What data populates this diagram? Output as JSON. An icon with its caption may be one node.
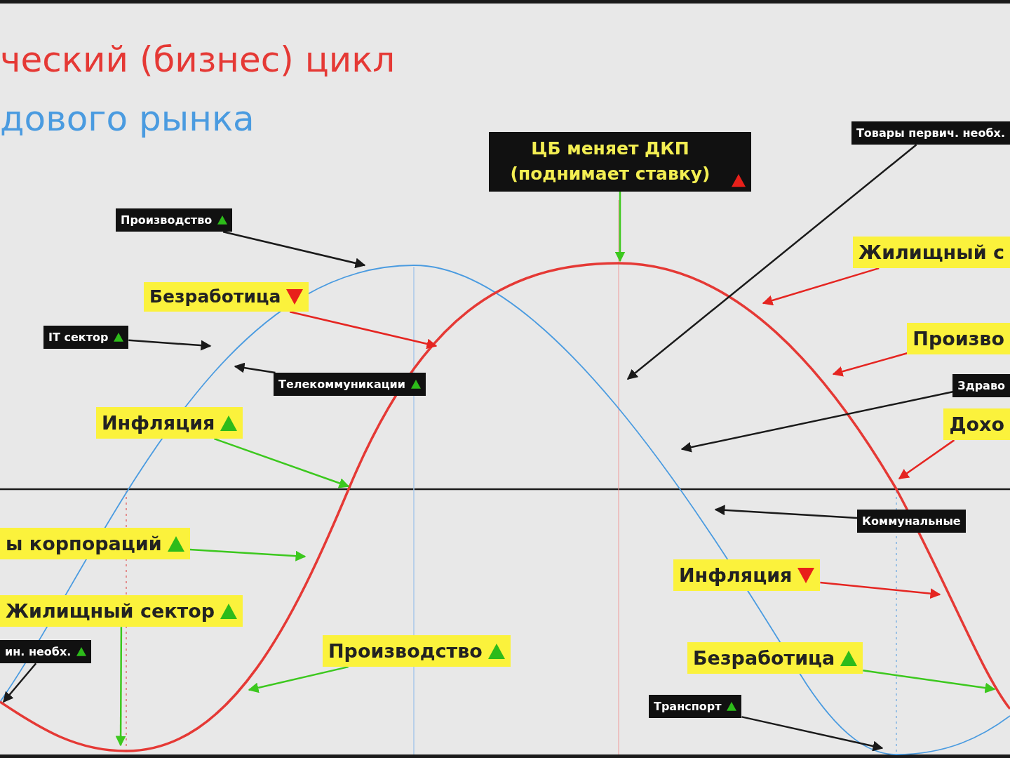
{
  "diagram": {
    "nodes": [
      {
        "text": [
          "Производство"
        ]
      },
      {
        "text": [
          "Безработица"
        ]
      },
      {
        "text": [
          "IT сектор"
        ]
      },
      {
        "text": [
          "Телекоммуникации"
        ]
      },
      {
        "text": [
          "Инфляция"
        ]
      },
      {
        "text": [
          "ЦБ меняет ДКП (поднимает ставку)"
        ]
      },
      {
        "text": [
          "Товары первич. необх."
        ]
      },
      {
        "text": [
          "Жилищный с"
        ]
      },
      {
        "text": [
          "Произво"
        ]
      },
      {
        "text": [
          "Здраво"
        ]
      },
      {
        "text": [
          "Дохо"
        ]
      },
      {
        "text": [
          "Коммунальные"
        ]
      },
      {
        "text": [
          "ы корпораций"
        ]
      },
      {
        "text": [
          "Жилищный сектор"
        ]
      },
      {
        "text": [
          "ин. необх."
        ]
      },
      {
        "text": [
          "Производство"
        ]
      },
      {
        "text": [
          "Инфляция"
        ]
      },
      {
        "text": [
          "Безработица"
        ]
      },
      {
        "text": [
          "Транспорт"
        ]
      }
    ],
    "edges": [
      {
        "from": 0,
        "to": null,
        "arrow": "to"
      },
      {
        "from": 1,
        "to": null,
        "arrow": "to",
        "color": "#e52521"
      },
      {
        "from": 2,
        "to": null,
        "arrow": "to"
      },
      {
        "from": 3,
        "to": null,
        "arrow": "to"
      },
      {
        "from": 4,
        "to": null,
        "arrow": "to",
        "color": "#3cc81e"
      },
      {
        "from": 5,
        "to": null,
        "arrow": "to",
        "color": "#3cc81e"
      },
      {
        "from": 6,
        "to": null,
        "arrow": "to"
      },
      {
        "from": 7,
        "to": null,
        "arrow": "to",
        "color": "#e52521"
      },
      {
        "from": 8,
        "to": null,
        "arrow": "to",
        "color": "#e52521"
      },
      {
        "from": 9,
        "to": null,
        "arrow": "to"
      },
      {
        "from": 10,
        "to": null,
        "arrow": "to",
        "color": "#e52521"
      },
      {
        "from": 11,
        "to": null,
        "arrow": "to"
      },
      {
        "from": 12,
        "to": null,
        "arrow": "to",
        "color": "#3cc81e"
      },
      {
        "from": 13,
        "to": null,
        "arrow": "to",
        "color": "#3cc81e"
      },
      {
        "from": 14,
        "to": null,
        "arrow": "to"
      },
      {
        "from": 15,
        "to": null,
        "arrow": "to",
        "color": "#3cc81e"
      },
      {
        "from": 16,
        "to": null,
        "arrow": "to",
        "color": "#e52521"
      },
      {
        "from": 17,
        "to": null,
        "arrow": "to",
        "color": "#3cc81e"
      },
      {
        "from": 18,
        "to": null,
        "arrow": "to"
      }
    ],
    "legend": [
      {
        "text": "ческий (бизнес) цикл",
        "color": "#e53935"
      },
      {
        "text": "дового рынка",
        "color": "#4a9be0"
      }
    ]
  }
}
